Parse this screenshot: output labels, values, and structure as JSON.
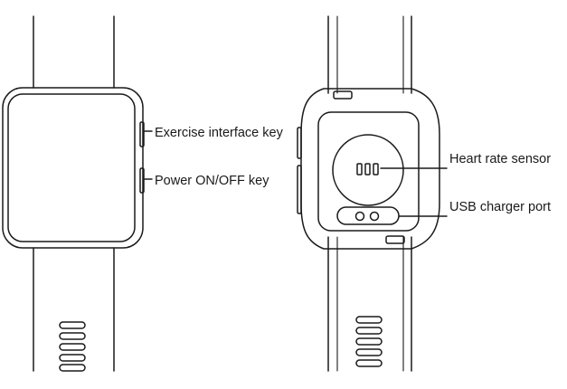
{
  "figure": {
    "colors": {
      "line": "#1a1a1a",
      "background": "#ffffff"
    }
  },
  "front_view": {
    "keys": {
      "exercise_label": "Exercise interface key",
      "power_label": "Power ON/OFF key"
    }
  },
  "back_view": {
    "parts": {
      "heart_rate_label": "Heart rate sensor",
      "usb_label": "USB charger port"
    }
  }
}
